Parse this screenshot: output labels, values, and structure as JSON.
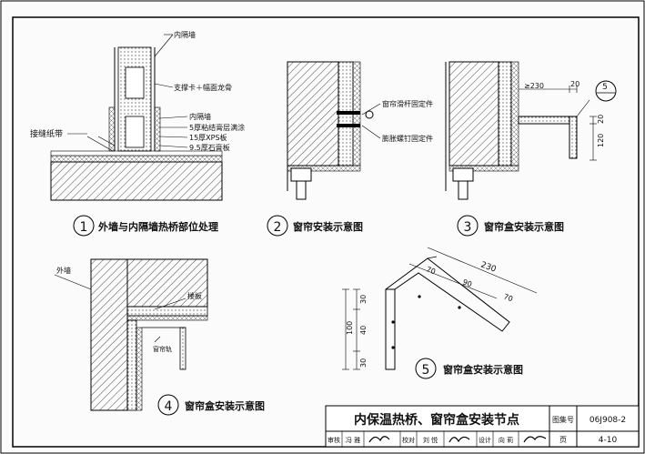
{
  "detail1": {
    "num": "1",
    "caption": "外墙与内隔墙热桥部位处理",
    "labels": {
      "inner_wall": "内隔墙",
      "support": "支撑卡＋幅面龙骨",
      "joint_tape": "接缝纸带",
      "inner_wall2": "内隔墙",
      "putty": "5厚粘结膏层满涂",
      "xps": "15厚XPS板",
      "gypsum": "9.5厚石膏板"
    }
  },
  "detail2": {
    "num": "2",
    "caption": "窗帘安装示意图",
    "labels": {
      "rod_fixing": "窗帘滑杆固定件",
      "bolt_fixing": "膨胀螺钉固定件"
    }
  },
  "detail3": {
    "num": "3",
    "caption": "窗帘盒安装示意图",
    "dims": {
      "d230": "≥230",
      "d20": "20",
      "d20v": "20",
      "d120": "120"
    },
    "ref_num": "5"
  },
  "detail4": {
    "num": "4",
    "caption": "窗帘盒安装示意图",
    "labels": {
      "outer_wall": "外墙",
      "floor": "楼板",
      "rail": "窗帘轨"
    }
  },
  "detail5": {
    "num": "5",
    "caption": "窗帘盒安装示意图",
    "dims": {
      "top230": "230",
      "top70a": "70",
      "top90": "90",
      "top70b": "70",
      "v30a": "30",
      "v100": "100",
      "v40": "40",
      "v30b": "30"
    }
  },
  "title_block": {
    "title": "内保温热桥、窗帘盒安装节点",
    "atlas_label": "图集号",
    "atlas_no": "06J908-2",
    "page_label": "页",
    "page_no": "4-10",
    "review": "审核",
    "reviewer": "冯 雅",
    "check": "校对",
    "checker": "刘 悦",
    "design": "设计",
    "designer": "向 莉"
  }
}
